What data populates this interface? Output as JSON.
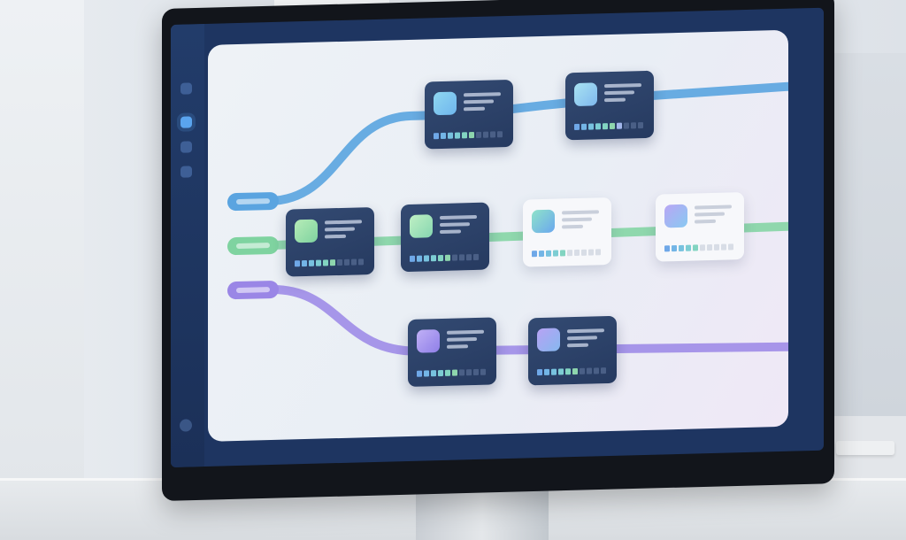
{
  "scene": {
    "description_tags": [
      "monitor-on-desk",
      "workflow-canvas"
    ]
  },
  "sidebar": {
    "items": [
      {
        "icon": "app-logo-icon",
        "active": false
      },
      {
        "icon": "workflow-icon",
        "active": true
      },
      {
        "icon": "layers-icon",
        "active": false
      },
      {
        "icon": "settings-icon",
        "active": false
      }
    ],
    "footer_icon": "user-avatar-icon"
  },
  "colors": {
    "blue_track": "#5aa4e0",
    "green_track": "#7fd3a0",
    "purple_track": "#9a86e6",
    "card_dark": "#2b4068",
    "card_light": "#f7f8fb"
  },
  "tracks": [
    {
      "name": "blue",
      "color": "#5aa4e0",
      "start_pill": "blue-start-pill"
    },
    {
      "name": "green",
      "color": "#7fd3a0",
      "start_pill": "green-start-pill"
    },
    {
      "name": "purple",
      "color": "#9a86e6",
      "start_pill": "purple-start-pill"
    }
  ],
  "cards": [
    {
      "id": "blue-1",
      "theme": "dark",
      "thumb": [
        "#8fd7f0",
        "#6fb6ee"
      ],
      "meter": 6
    },
    {
      "id": "blue-2",
      "theme": "dark",
      "thumb": [
        "#a9e3f2",
        "#7fb8ee"
      ],
      "meter": 7
    },
    {
      "id": "green-1",
      "theme": "dark",
      "thumb": [
        "#b6ecb7",
        "#7fd3a0"
      ],
      "meter": 6
    },
    {
      "id": "green-2",
      "theme": "dark",
      "thumb": [
        "#bff0c4",
        "#86d6b0"
      ],
      "meter": 6
    },
    {
      "id": "green-3",
      "theme": "light",
      "thumb": [
        "#8fe3c9",
        "#6aa7ee"
      ],
      "meter": 5
    },
    {
      "id": "green-4",
      "theme": "light",
      "thumb": [
        "#b9a6f4",
        "#88c9f2"
      ],
      "meter": 5
    },
    {
      "id": "purple-1",
      "theme": "dark",
      "thumb": [
        "#c0b0f6",
        "#8f7fe8"
      ],
      "meter": 6
    },
    {
      "id": "purple-2",
      "theme": "dark",
      "thumb": [
        "#b7a2f4",
        "#86b8ef"
      ],
      "meter": 6
    }
  ]
}
